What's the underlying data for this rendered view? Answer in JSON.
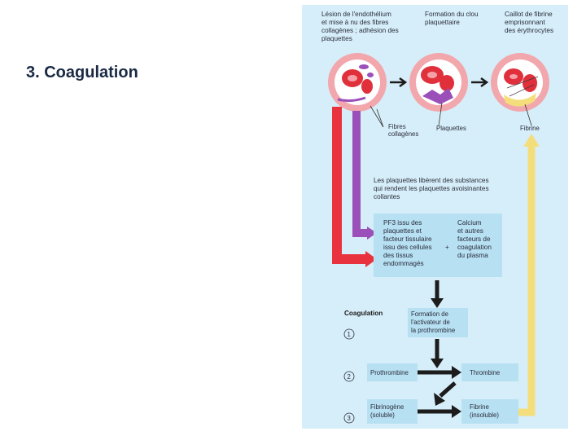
{
  "slide": {
    "title": "3. Coagulation"
  },
  "diagram": {
    "top_labels": [
      {
        "lines": [
          "Lésion de l'endothélium",
          "et mise à nu des fibres",
          "collagènes ; adhésion des",
          "plaquettes"
        ]
      },
      {
        "lines": [
          "Formation du clou",
          "plaquettaire"
        ]
      },
      {
        "lines": [
          "Caillot de fibrine",
          "emprisonnant",
          "des érythrocytes"
        ]
      }
    ],
    "vessel_labels": [
      {
        "lines": [
          "Fibres",
          "collagènes"
        ]
      },
      {
        "lines": [
          "Plaquettes"
        ]
      },
      {
        "lines": [
          "Fibrine"
        ]
      }
    ],
    "release_text": [
      "Les plaquettes libèrent des substances",
      "qui rendent les plaquettes avoisinantes",
      "collantes"
    ],
    "factors_left": [
      "PF3 issu des",
      "plaquettes et",
      "facteur tissulaire",
      "issu des cellules",
      "des tissus",
      "endommagés"
    ],
    "plus": "+",
    "factors_right": [
      "Calcium",
      "et autres",
      "facteurs de",
      "coagulation",
      "du plasma"
    ],
    "coagulation_heading": "Coagulation",
    "steps": [
      {
        "number": "1",
        "text": [
          "Formation de",
          "l'activateur de",
          "la prothrombine"
        ]
      },
      {
        "number": "2",
        "left": [
          "Prothrombine"
        ],
        "right": [
          "Thrombine"
        ]
      },
      {
        "number": "3",
        "left": [
          "Fibrinogène",
          "(soluble)"
        ],
        "right": [
          "Fibrine",
          "(insoluble)"
        ]
      }
    ],
    "colors": {
      "panel_bg": "#d6eef9",
      "red": "#e8333f",
      "purple": "#9b4fb8",
      "yellow": "#f4de7c",
      "box_blue": "#b7e0f3",
      "arrow_dark": "#1c1c1c"
    }
  }
}
